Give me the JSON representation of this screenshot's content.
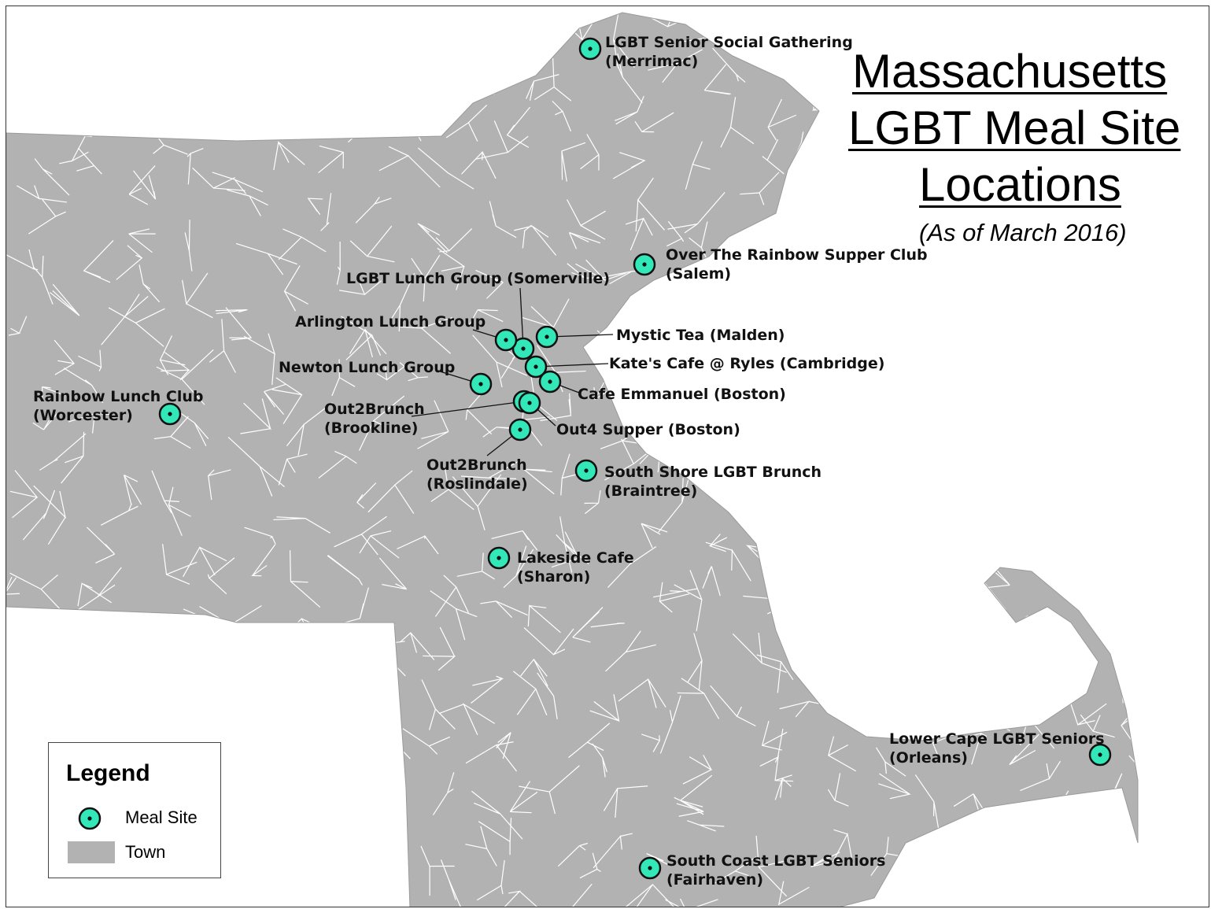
{
  "title": {
    "line1": "Massachusetts",
    "line2": "LGBT Meal Site",
    "line3": "Locations",
    "subtitle": "(As of March 2016)"
  },
  "colors": {
    "town_fill": "#b2b2b2",
    "town_border": "#ffffff",
    "site_fill": "#33e8b8",
    "site_outline": "#111111",
    "water": "#ffffff"
  },
  "legend": {
    "title": "Legend",
    "items": [
      {
        "symbol": "meal-site-circle-icon",
        "label": "Meal Site"
      },
      {
        "symbol": "town-swatch",
        "label": "Town"
      }
    ]
  },
  "sites": [
    {
      "name": "LGBT Senior Social Gathering",
      "place": "(Merrimac)"
    },
    {
      "name": "Over The Rainbow Supper Club",
      "place": "(Salem)"
    },
    {
      "name": "LGBT Lunch Group (Somerville)",
      "place": ""
    },
    {
      "name": "Arlington Lunch Group",
      "place": ""
    },
    {
      "name": "Mystic Tea (Malden)",
      "place": ""
    },
    {
      "name": "Kate's Cafe @ Ryles (Cambridge)",
      "place": ""
    },
    {
      "name": "Newton Lunch Group",
      "place": ""
    },
    {
      "name": "Cafe Emmanuel (Boston)",
      "place": ""
    },
    {
      "name": "Rainbow Lunch Club",
      "place": "(Worcester)"
    },
    {
      "name": "Out2Brunch",
      "place": "(Brookline)"
    },
    {
      "name": "Out4 Supper (Boston)",
      "place": ""
    },
    {
      "name": "Out2Brunch",
      "place": "(Roslindale)"
    },
    {
      "name": "South Shore LGBT Brunch",
      "place": "(Braintree)"
    },
    {
      "name": "Lakeside Cafe",
      "place": "(Sharon)"
    },
    {
      "name": "Lower Cape LGBT Seniors",
      "place": "(Orleans)"
    },
    {
      "name": "South Coast LGBT Seniors",
      "place": "(Fairhaven)"
    }
  ]
}
